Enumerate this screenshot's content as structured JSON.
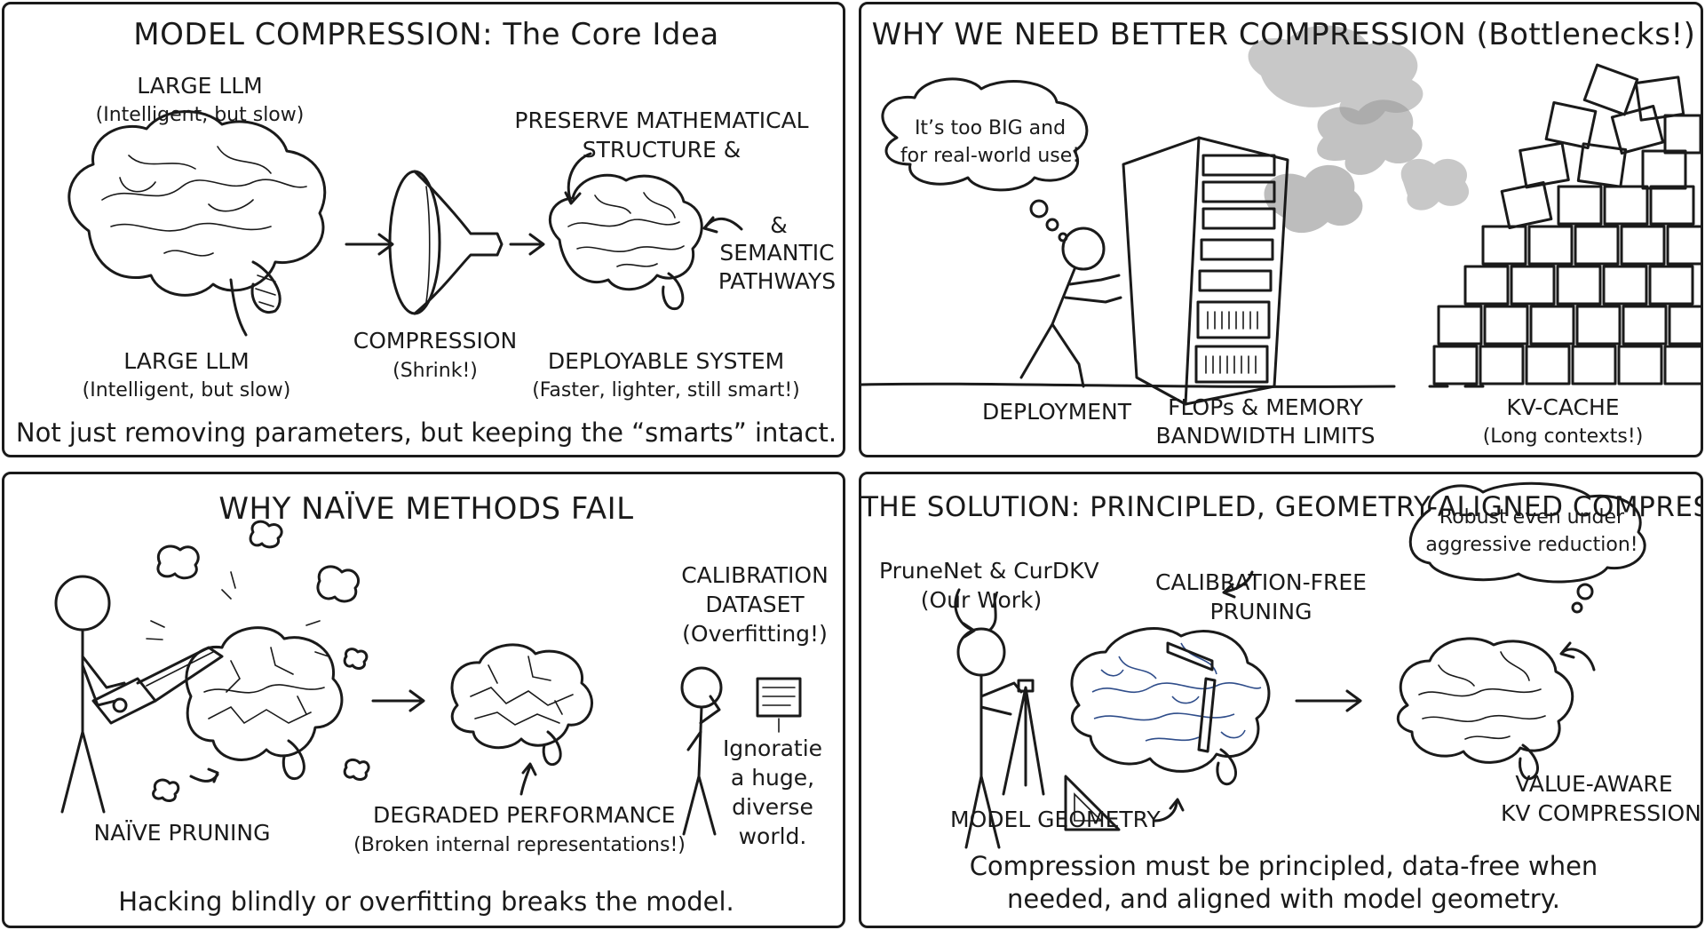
{
  "panels": {
    "p1": {
      "title": "MODEL COMPRESSION: The Core Idea",
      "top_label": "LARGE LLM",
      "top_sub": "(Intelligent, but slow)",
      "bottom_label": "LARGE LLM",
      "bottom_sub": "(Intelligent, but slow)",
      "preserve": "PRESERVE MATHEMATICAL",
      "structure": "STRUCTURE &",
      "amp": "&",
      "semantic": "SEMANTIC",
      "pathways": "PATHWAYS",
      "compression": "COMPRESSION",
      "shrink": "(Shrink!)",
      "deployable": "DEPLOYABLE SYSTEM",
      "deployable_sub": "(Faster, lighter, still smart!)",
      "caption": "Not just removing parameters, but keeping the “smarts” intact."
    },
    "p2": {
      "title": "WHY WE NEED BETTER COMPRESSION (Bottlenecks!)",
      "bubble_line1": "It’s too BIG and",
      "bubble_line2": "for real-world use!",
      "deployment": "DEPLOYMENT",
      "flops_line1": "FLOPs & MEMORY",
      "flops_line2": "BANDWIDTH LIMITS",
      "kv": "KV-CACHE",
      "kv_sub": "(Long contexts!)"
    },
    "p3": {
      "title": "WHY NAÏVE METHODS FAIL",
      "calib_line1": "CALIBRATION",
      "calib_line2": "DATASET",
      "calib_line3": "(Overfitting!)",
      "ignore_line1": "Ignoratie",
      "ignore_line2": "a huge,",
      "ignore_line3": "diverse",
      "ignore_line4": "world.",
      "naive": "NAÏVE PRUNING",
      "degraded": "DEGRADED PERFORMANCE",
      "degraded_sub": "(Broken internal representations!)",
      "caption": "Hacking blindly or overfitting breaks the model."
    },
    "p4": {
      "title": "THE SOLUTION: PRINCIPLED, GEOMETRY-ALIGNED COMPRESSION",
      "prunenet": "PruneNet & CurDKV",
      "ourwork": "(Our Work)",
      "calibfree_line1": "CALIBRATION-FREE",
      "calibfree_line2": "PRUNING",
      "robust_line1": "Robust even under",
      "robust_line2": "aggressive reduction!",
      "geometry": "MODEL GEOMETRY",
      "valueaware_line1": "VALUE-AWARE",
      "valueaware_line2": "KV COMPRESSION",
      "caption_line1": "Compression must be principled, data-free when",
      "caption_line2": "needed, and aligned with model geometry."
    }
  }
}
